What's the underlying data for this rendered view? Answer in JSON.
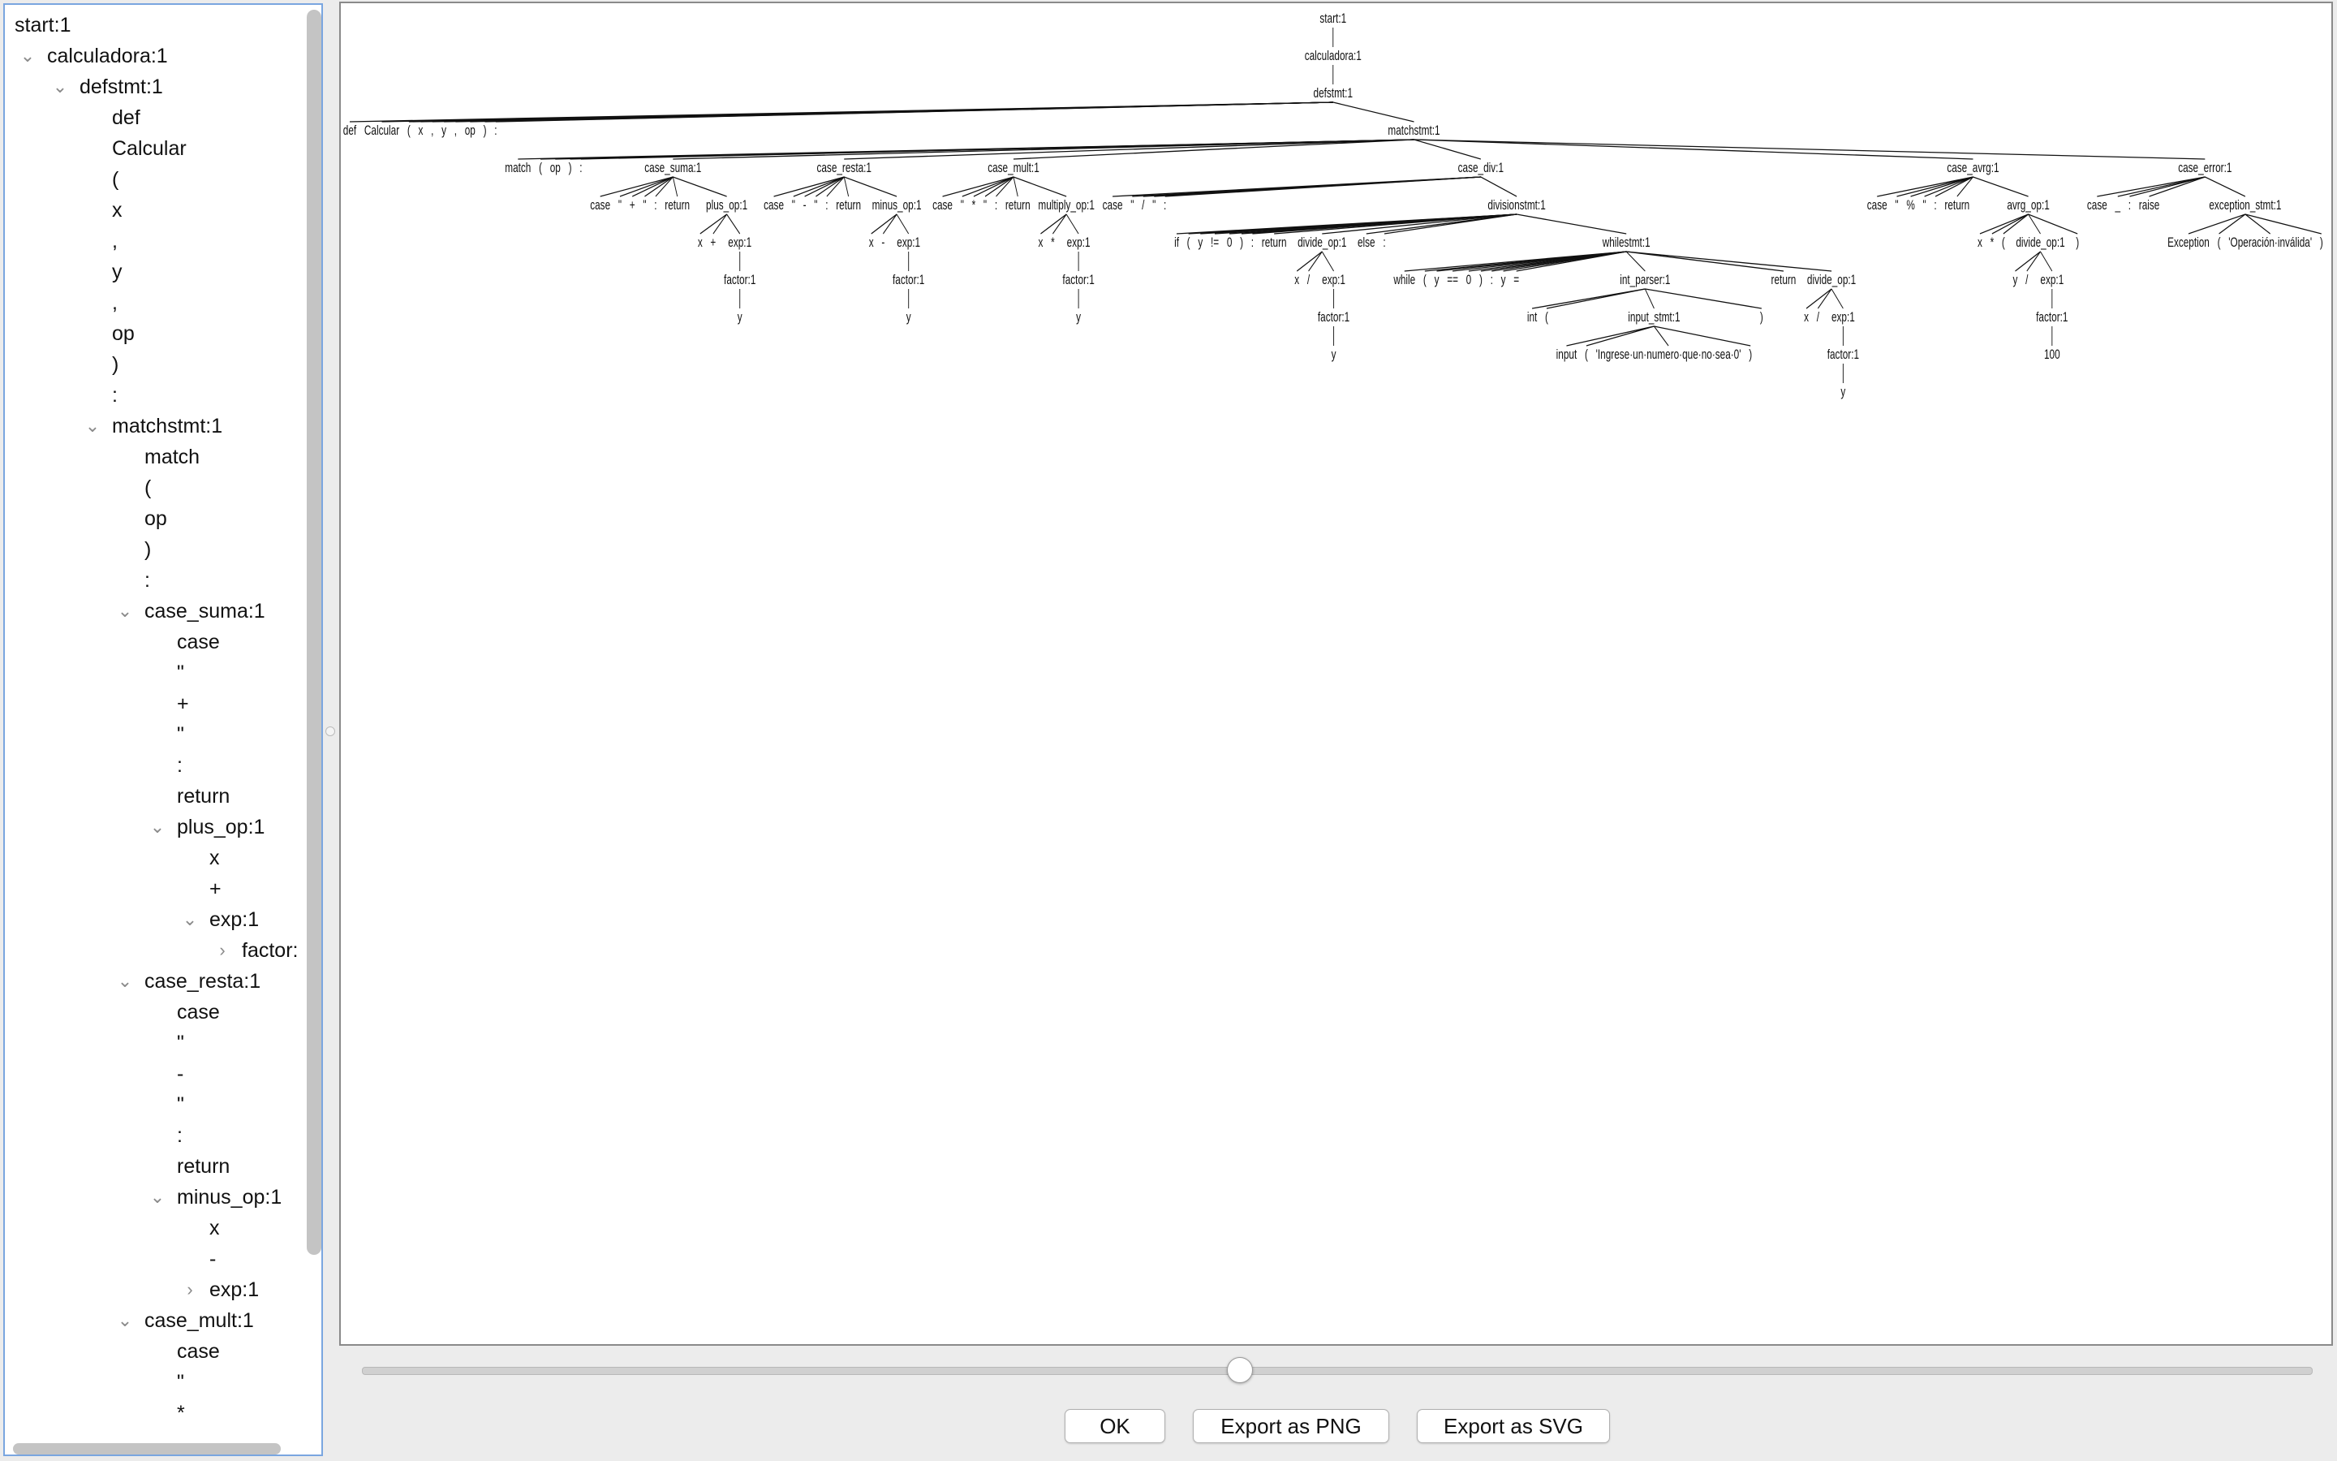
{
  "sidebar_tree": [
    {
      "label": "start:1",
      "depth": 0,
      "chevron": ""
    },
    {
      "label": "calculadora:1",
      "depth": 1,
      "chevron": "down"
    },
    {
      "label": "defstmt:1",
      "depth": 2,
      "chevron": "down"
    },
    {
      "label": "def",
      "depth": 3,
      "chevron": ""
    },
    {
      "label": "Calcular",
      "depth": 3,
      "chevron": ""
    },
    {
      "label": "(",
      "depth": 3,
      "chevron": ""
    },
    {
      "label": "x",
      "depth": 3,
      "chevron": ""
    },
    {
      "label": ",",
      "depth": 3,
      "chevron": ""
    },
    {
      "label": "y",
      "depth": 3,
      "chevron": ""
    },
    {
      "label": ",",
      "depth": 3,
      "chevron": ""
    },
    {
      "label": "op",
      "depth": 3,
      "chevron": ""
    },
    {
      "label": ")",
      "depth": 3,
      "chevron": ""
    },
    {
      "label": ":",
      "depth": 3,
      "chevron": ""
    },
    {
      "label": "matchstmt:1",
      "depth": 3,
      "chevron": "down"
    },
    {
      "label": "match",
      "depth": 4,
      "chevron": ""
    },
    {
      "label": "(",
      "depth": 4,
      "chevron": ""
    },
    {
      "label": "op",
      "depth": 4,
      "chevron": ""
    },
    {
      "label": ")",
      "depth": 4,
      "chevron": ""
    },
    {
      "label": ":",
      "depth": 4,
      "chevron": ""
    },
    {
      "label": "case_suma:1",
      "depth": 4,
      "chevron": "down"
    },
    {
      "label": "case",
      "depth": 5,
      "chevron": ""
    },
    {
      "label": "\"",
      "depth": 5,
      "chevron": ""
    },
    {
      "label": "+",
      "depth": 5,
      "chevron": ""
    },
    {
      "label": "\"",
      "depth": 5,
      "chevron": ""
    },
    {
      "label": ":",
      "depth": 5,
      "chevron": ""
    },
    {
      "label": "return",
      "depth": 5,
      "chevron": ""
    },
    {
      "label": "plus_op:1",
      "depth": 5,
      "chevron": "down"
    },
    {
      "label": "x",
      "depth": 6,
      "chevron": ""
    },
    {
      "label": "+",
      "depth": 6,
      "chevron": ""
    },
    {
      "label": "exp:1",
      "depth": 6,
      "chevron": "down"
    },
    {
      "label": "factor:",
      "depth": 7,
      "chevron": "right"
    },
    {
      "label": "case_resta:1",
      "depth": 4,
      "chevron": "down"
    },
    {
      "label": "case",
      "depth": 5,
      "chevron": ""
    },
    {
      "label": "\"",
      "depth": 5,
      "chevron": ""
    },
    {
      "label": "-",
      "depth": 5,
      "chevron": ""
    },
    {
      "label": "\"",
      "depth": 5,
      "chevron": ""
    },
    {
      "label": ":",
      "depth": 5,
      "chevron": ""
    },
    {
      "label": "return",
      "depth": 5,
      "chevron": ""
    },
    {
      "label": "minus_op:1",
      "depth": 5,
      "chevron": "down"
    },
    {
      "label": "x",
      "depth": 6,
      "chevron": ""
    },
    {
      "label": "-",
      "depth": 6,
      "chevron": ""
    },
    {
      "label": "exp:1",
      "depth": 6,
      "chevron": "right"
    },
    {
      "label": "case_mult:1",
      "depth": 4,
      "chevron": "down"
    },
    {
      "label": "case",
      "depth": 5,
      "chevron": ""
    },
    {
      "label": "\"",
      "depth": 5,
      "chevron": ""
    },
    {
      "label": "*",
      "depth": 5,
      "chevron": ""
    }
  ],
  "parse_tree": {
    "label": "start:1",
    "children": [
      {
        "label": "calculadora:1",
        "children": [
          {
            "label": "defstmt:1",
            "children": [
              {
                "label": "def"
              },
              {
                "label": "Calcular"
              },
              {
                "label": "("
              },
              {
                "label": "x"
              },
              {
                "label": ","
              },
              {
                "label": "y"
              },
              {
                "label": ","
              },
              {
                "label": "op"
              },
              {
                "label": ")"
              },
              {
                "label": ":"
              },
              {
                "label": "matchstmt:1",
                "children": [
                  {
                    "label": "match"
                  },
                  {
                    "label": "("
                  },
                  {
                    "label": "op"
                  },
                  {
                    "label": ")"
                  },
                  {
                    "label": ":"
                  },
                  {
                    "label": "case_suma:1",
                    "children": [
                      {
                        "label": "case"
                      },
                      {
                        "label": "\""
                      },
                      {
                        "label": "+"
                      },
                      {
                        "label": "\""
                      },
                      {
                        "label": ":"
                      },
                      {
                        "label": "return"
                      },
                      {
                        "label": "plus_op:1",
                        "children": [
                          {
                            "label": "x"
                          },
                          {
                            "label": "+"
                          },
                          {
                            "label": "exp:1",
                            "children": [
                              {
                                "label": "factor:1",
                                "children": [
                                  {
                                    "label": "y"
                                  }
                                ]
                              }
                            ]
                          }
                        ]
                      }
                    ]
                  },
                  {
                    "label": "case_resta:1",
                    "children": [
                      {
                        "label": "case"
                      },
                      {
                        "label": "\""
                      },
                      {
                        "label": "-"
                      },
                      {
                        "label": "\""
                      },
                      {
                        "label": ":"
                      },
                      {
                        "label": "return"
                      },
                      {
                        "label": "minus_op:1",
                        "children": [
                          {
                            "label": "x"
                          },
                          {
                            "label": "-"
                          },
                          {
                            "label": "exp:1",
                            "children": [
                              {
                                "label": "factor:1",
                                "children": [
                                  {
                                    "label": "y"
                                  }
                                ]
                              }
                            ]
                          }
                        ]
                      }
                    ]
                  },
                  {
                    "label": "case_mult:1",
                    "children": [
                      {
                        "label": "case"
                      },
                      {
                        "label": "\""
                      },
                      {
                        "label": "*"
                      },
                      {
                        "label": "\""
                      },
                      {
                        "label": ":"
                      },
                      {
                        "label": "return"
                      },
                      {
                        "label": "multiply_op:1",
                        "children": [
                          {
                            "label": "x"
                          },
                          {
                            "label": "*"
                          },
                          {
                            "label": "exp:1",
                            "children": [
                              {
                                "label": "factor:1",
                                "children": [
                                  {
                                    "label": "y"
                                  }
                                ]
                              }
                            ]
                          }
                        ]
                      }
                    ]
                  },
                  {
                    "label": "case_div:1",
                    "children": [
                      {
                        "label": "case"
                      },
                      {
                        "label": "\""
                      },
                      {
                        "label": "/"
                      },
                      {
                        "label": "\""
                      },
                      {
                        "label": ":"
                      },
                      {
                        "label": "divisionstmt:1",
                        "children": [
                          {
                            "label": "if"
                          },
                          {
                            "label": "("
                          },
                          {
                            "label": "y"
                          },
                          {
                            "label": "!="
                          },
                          {
                            "label": "0"
                          },
                          {
                            "label": ")"
                          },
                          {
                            "label": ":"
                          },
                          {
                            "label": "return"
                          },
                          {
                            "label": "divide_op:1",
                            "children": [
                              {
                                "label": "x"
                              },
                              {
                                "label": "/"
                              },
                              {
                                "label": "exp:1",
                                "children": [
                                  {
                                    "label": "factor:1",
                                    "children": [
                                      {
                                        "label": "y"
                                      }
                                    ]
                                  }
                                ]
                              }
                            ]
                          },
                          {
                            "label": "else"
                          },
                          {
                            "label": ":"
                          },
                          {
                            "label": "whilestmt:1",
                            "children": [
                              {
                                "label": "while"
                              },
                              {
                                "label": "("
                              },
                              {
                                "label": "y"
                              },
                              {
                                "label": "=="
                              },
                              {
                                "label": "0"
                              },
                              {
                                "label": ")"
                              },
                              {
                                "label": ":"
                              },
                              {
                                "label": "y"
                              },
                              {
                                "label": "="
                              },
                              {
                                "label": "int_parser:1",
                                "children": [
                                  {
                                    "label": "int"
                                  },
                                  {
                                    "label": "("
                                  },
                                  {
                                    "label": "input_stmt:1",
                                    "children": [
                                      {
                                        "label": "input"
                                      },
                                      {
                                        "label": "("
                                      },
                                      {
                                        "label": "'Ingrese·un·numero·que·no·sea·0'"
                                      },
                                      {
                                        "label": ")"
                                      }
                                    ]
                                  },
                                  {
                                    "label": ")"
                                  }
                                ]
                              },
                              {
                                "label": "return"
                              },
                              {
                                "label": "divide_op:1",
                                "children": [
                                  {
                                    "label": "x"
                                  },
                                  {
                                    "label": "/"
                                  },
                                  {
                                    "label": "exp:1",
                                    "children": [
                                      {
                                        "label": "factor:1",
                                        "children": [
                                          {
                                            "label": "y"
                                          }
                                        ]
                                      }
                                    ]
                                  }
                                ]
                              }
                            ]
                          }
                        ]
                      }
                    ]
                  },
                  {
                    "label": "case_avrg:1",
                    "children": [
                      {
                        "label": "case"
                      },
                      {
                        "label": "\""
                      },
                      {
                        "label": "%"
                      },
                      {
                        "label": "\""
                      },
                      {
                        "label": ":"
                      },
                      {
                        "label": "return"
                      },
                      {
                        "label": "avrg_op:1",
                        "children": [
                          {
                            "label": "x"
                          },
                          {
                            "label": "*"
                          },
                          {
                            "label": "("
                          },
                          {
                            "label": "divide_op:1",
                            "children": [
                              {
                                "label": "y"
                              },
                              {
                                "label": "/"
                              },
                              {
                                "label": "exp:1",
                                "children": [
                                  {
                                    "label": "factor:1",
                                    "children": [
                                      {
                                        "label": "100"
                                      }
                                    ]
                                  }
                                ]
                              }
                            ]
                          },
                          {
                            "label": ")"
                          }
                        ]
                      }
                    ]
                  },
                  {
                    "label": "case_error:1",
                    "children": [
                      {
                        "label": "case"
                      },
                      {
                        "label": "_"
                      },
                      {
                        "label": ":"
                      },
                      {
                        "label": "raise"
                      },
                      {
                        "label": "exception_stmt:1",
                        "children": [
                          {
                            "label": "Exception"
                          },
                          {
                            "label": "("
                          },
                          {
                            "label": "'Operación·inválida'"
                          },
                          {
                            "label": ")"
                          }
                        ]
                      }
                    ]
                  }
                ]
              }
            ]
          }
        ]
      }
    ]
  },
  "zoom_slider": {
    "value": 0.45
  },
  "buttons": {
    "ok": "OK",
    "export_png": "Export as PNG",
    "export_svg": "Export as SVG"
  }
}
